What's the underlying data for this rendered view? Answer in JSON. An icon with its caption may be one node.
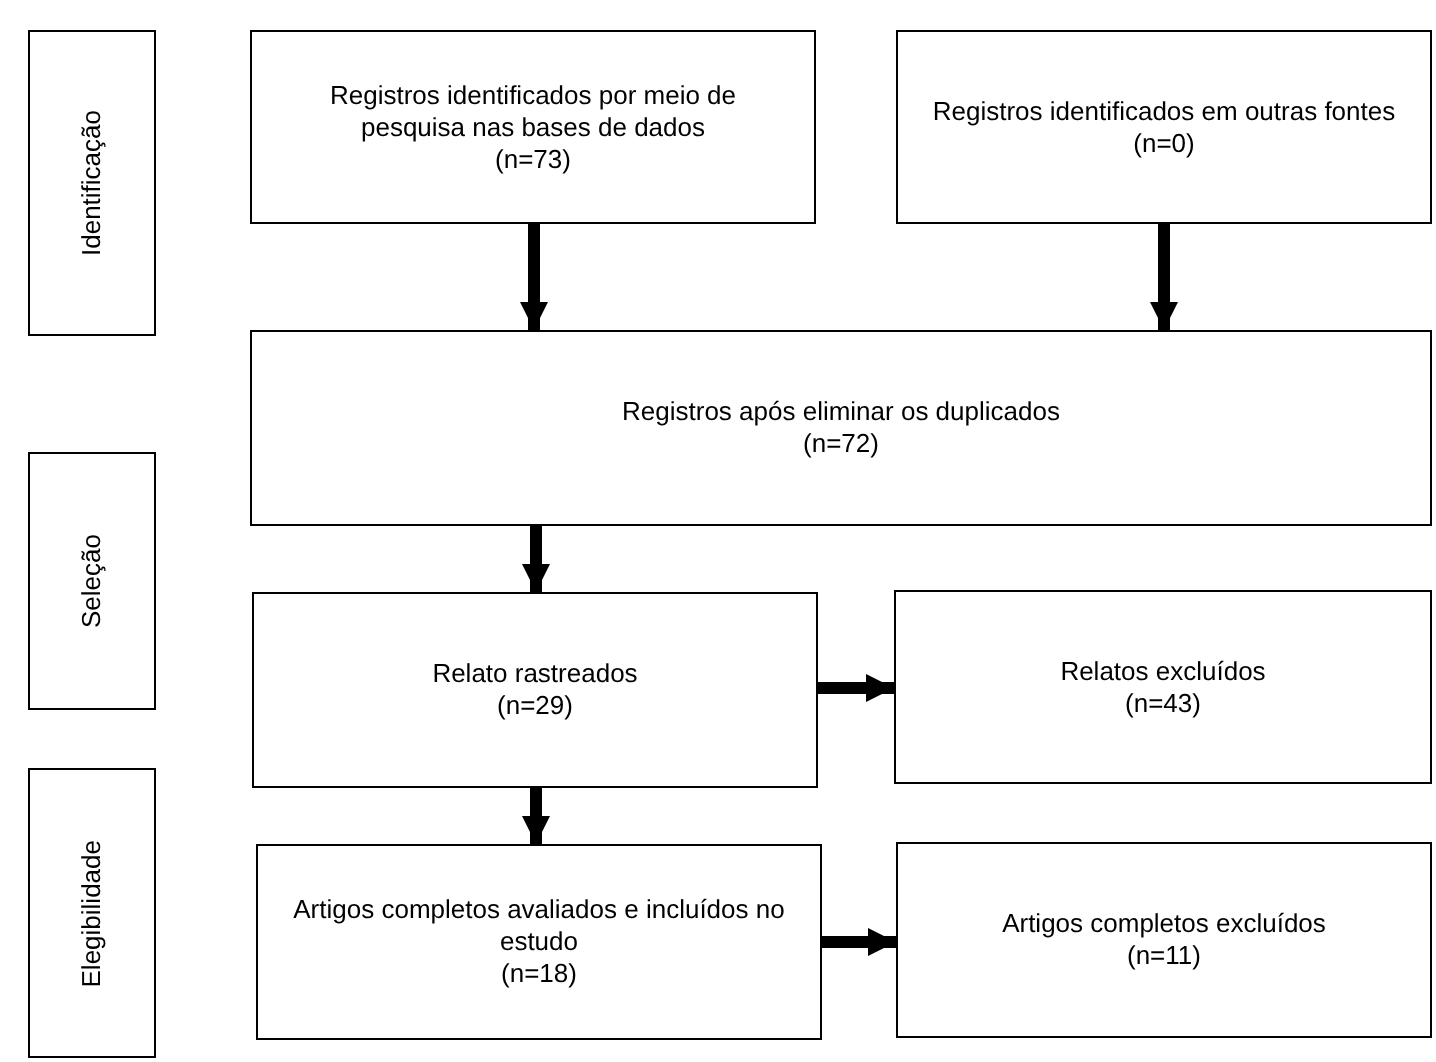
{
  "diagram": {
    "nodes": [
      {
        "text": [
          "Identificação"
        ]
      },
      {
        "text": [
          "Registros identificados por meio de pesquisa nas bases de dados",
          "(n=73)"
        ]
      },
      {
        "text": [
          "Registros identificados em outras fontes",
          "(n=0)"
        ]
      },
      {
        "text": [
          "Registros após eliminar os duplicados",
          "(n=72)"
        ]
      },
      {
        "text": [
          "Seleção"
        ]
      },
      {
        "text": [
          "Relato rastreados",
          "(n=29)"
        ]
      },
      {
        "text": [
          "Relatos excluídos",
          "(n=43)"
        ]
      },
      {
        "text": [
          "Elegibilidade"
        ]
      },
      {
        "text": [
          "Artigos completos avaliados e incluídos no estudo",
          "(n=18)"
        ]
      },
      {
        "text": [
          "Artigos completos excluídos",
          "(n=11)"
        ]
      }
    ],
    "edges": [
      {
        "from": 1,
        "to": 3,
        "arrow": "to"
      },
      {
        "from": 2,
        "to": 3,
        "arrow": "to"
      },
      {
        "from": 3,
        "to": 5,
        "arrow": "to"
      },
      {
        "from": 5,
        "to": 6,
        "arrow": "to"
      },
      {
        "from": 5,
        "to": 8,
        "arrow": "to"
      },
      {
        "from": 8,
        "to": 9,
        "arrow": "to"
      }
    ]
  }
}
